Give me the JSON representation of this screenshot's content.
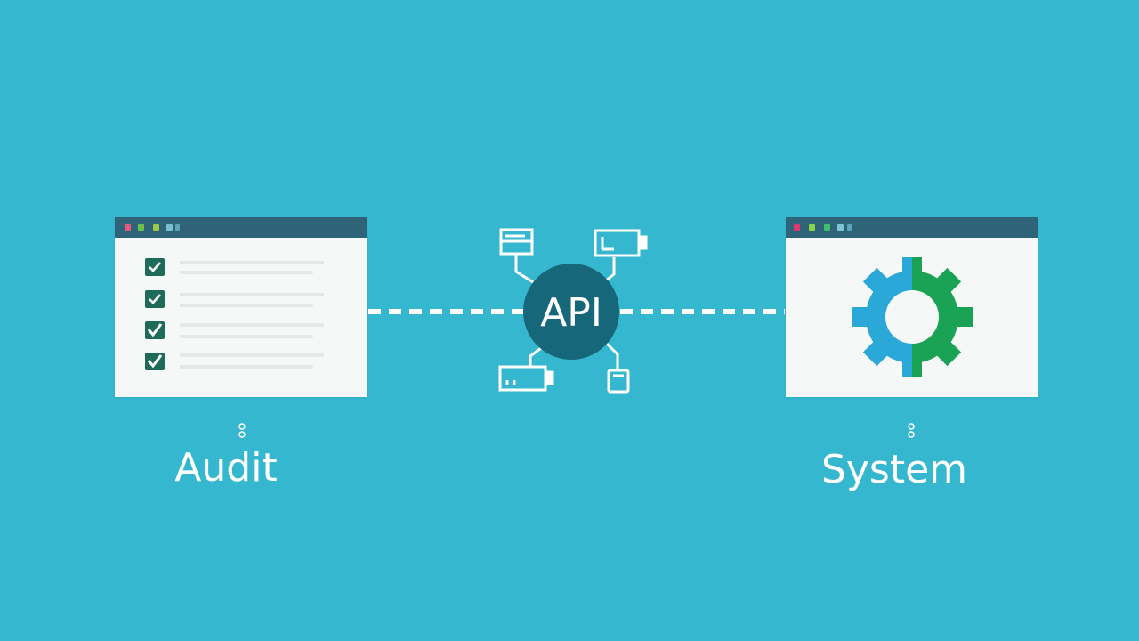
{
  "diagram": {
    "hub": {
      "label": "API"
    },
    "left_node": {
      "label": "Audit"
    },
    "right_node": {
      "label": "System"
    }
  },
  "colors": {
    "background": "#35b7cf",
    "titlebar": "#2f6478",
    "window_body": "#f6f7f7",
    "checkbox": "#1f6b5a",
    "hub_circle": "#16677a",
    "gear_left": "#2aa8d8",
    "gear_right": "#1aa355",
    "connector": "#ffffff"
  },
  "icons": {
    "audit_window": [
      "pink-dot-icon",
      "green-dot-icon",
      "puzzle-icon",
      "grid-icon"
    ],
    "system_window": [
      "pink-dot-icon",
      "green-dot-icon",
      "green-square-icon",
      "blue-dot-icon",
      "grid-icon"
    ],
    "hub_devices": [
      "server-rack-icon",
      "battery-icon",
      "battery-icon",
      "phone-icon"
    ],
    "system_content": "gear-icon"
  }
}
